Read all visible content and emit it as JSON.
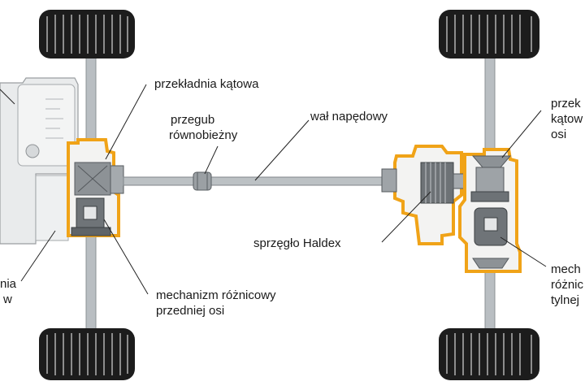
{
  "labels": {
    "angle_gear_front": "przekładnia kątowa",
    "cv_joint": {
      "line1": "przegub",
      "line2": "równobieżny"
    },
    "driveshaft": "wał napędowy",
    "angle_gear_rear": {
      "line1": "przek",
      "line2": "kątow",
      "line3": "osi"
    },
    "haldex": "sprzęgło  Haldex",
    "front_diff": {
      "line1": "mechanizm różnicowy",
      "line2": "przedniej osi"
    },
    "rear_diff": {
      "line1": "mech",
      "line2": "różnic",
      "line3": "tylnej"
    },
    "gearbox": {
      "line1": "nia",
      "line2": "w"
    }
  },
  "colors": {
    "housing_outline": "#f0a318",
    "tire": "#1c1c1c",
    "shaft": "#b9bec2",
    "leader_line": "#222222"
  }
}
